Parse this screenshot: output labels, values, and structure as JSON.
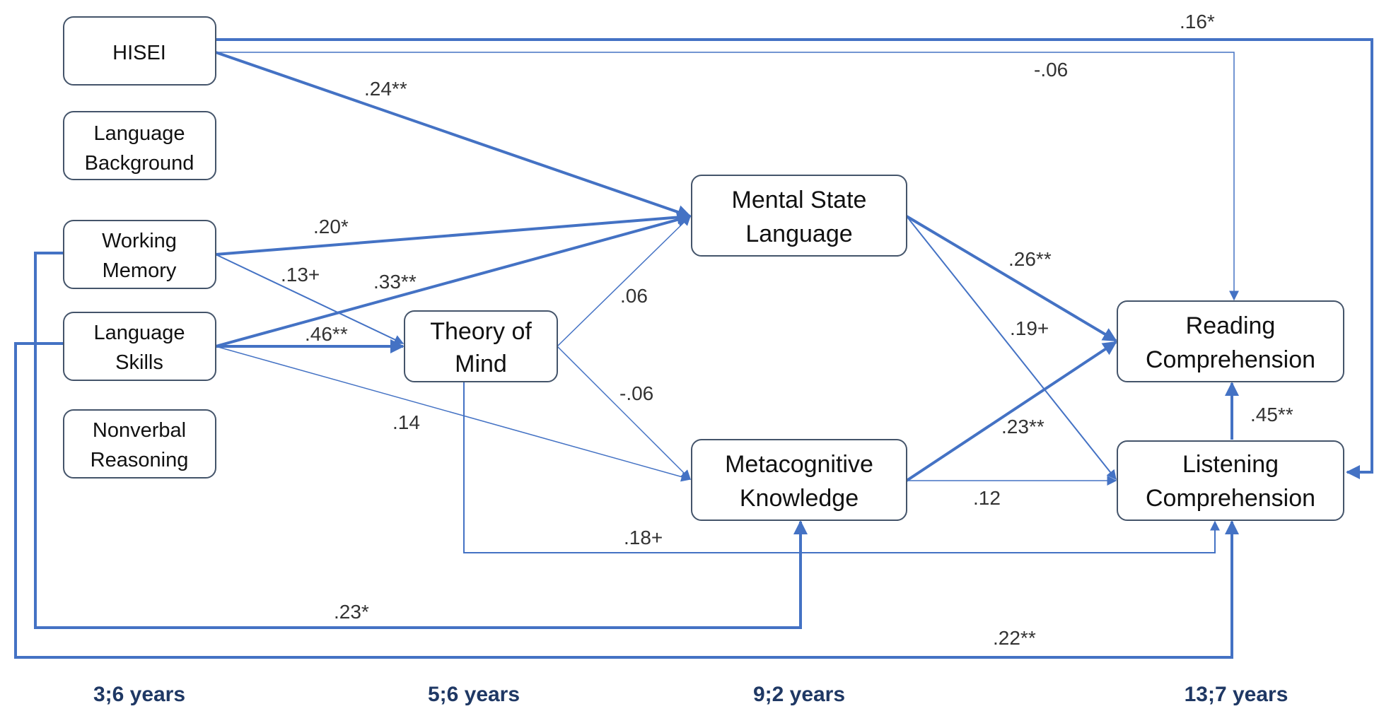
{
  "nodes": {
    "hisei": [
      "HISEI"
    ],
    "language_background": [
      "Language",
      "Background"
    ],
    "working_memory": [
      "Working",
      "Memory"
    ],
    "language_skills": [
      "Language",
      "Skills"
    ],
    "nonverbal_reasoning": [
      "Nonverbal",
      "Reasoning"
    ],
    "theory_of_mind": [
      "Theory of",
      "Mind"
    ],
    "mental_state_language": [
      "Mental State",
      "Language"
    ],
    "metacognitive_knowledge": [
      "Metacognitive",
      "Knowledge"
    ],
    "reading_comprehension": [
      "Reading",
      "Comprehension"
    ],
    "listening_comprehension": [
      "Listening",
      "Comprehension"
    ]
  },
  "paths": {
    "hisei_listening": ".16*",
    "hisei_reading": "-.06",
    "hisei_msl": ".24**",
    "wm_msl": ".20*",
    "wm_tom": ".13+",
    "ls_msl": ".33**",
    "ls_tom": ".46**",
    "ls_meta": ".14",
    "tom_msl": ".06",
    "tom_meta": "-.06",
    "msl_reading": ".26**",
    "msl_listening": ".19+",
    "meta_reading": ".23**",
    "meta_listening": ".12",
    "listening_reading": ".45**",
    "tom_listening": ".18+",
    "wm_meta": ".23*",
    "ls_listening": ".22**"
  },
  "ages": [
    "3;6 years",
    "5;6 years",
    "9;2 years",
    "13;7 years"
  ],
  "colors": {
    "arrow": "#4472c4",
    "box_border": "#44546a",
    "age_label": "#1f3864"
  }
}
